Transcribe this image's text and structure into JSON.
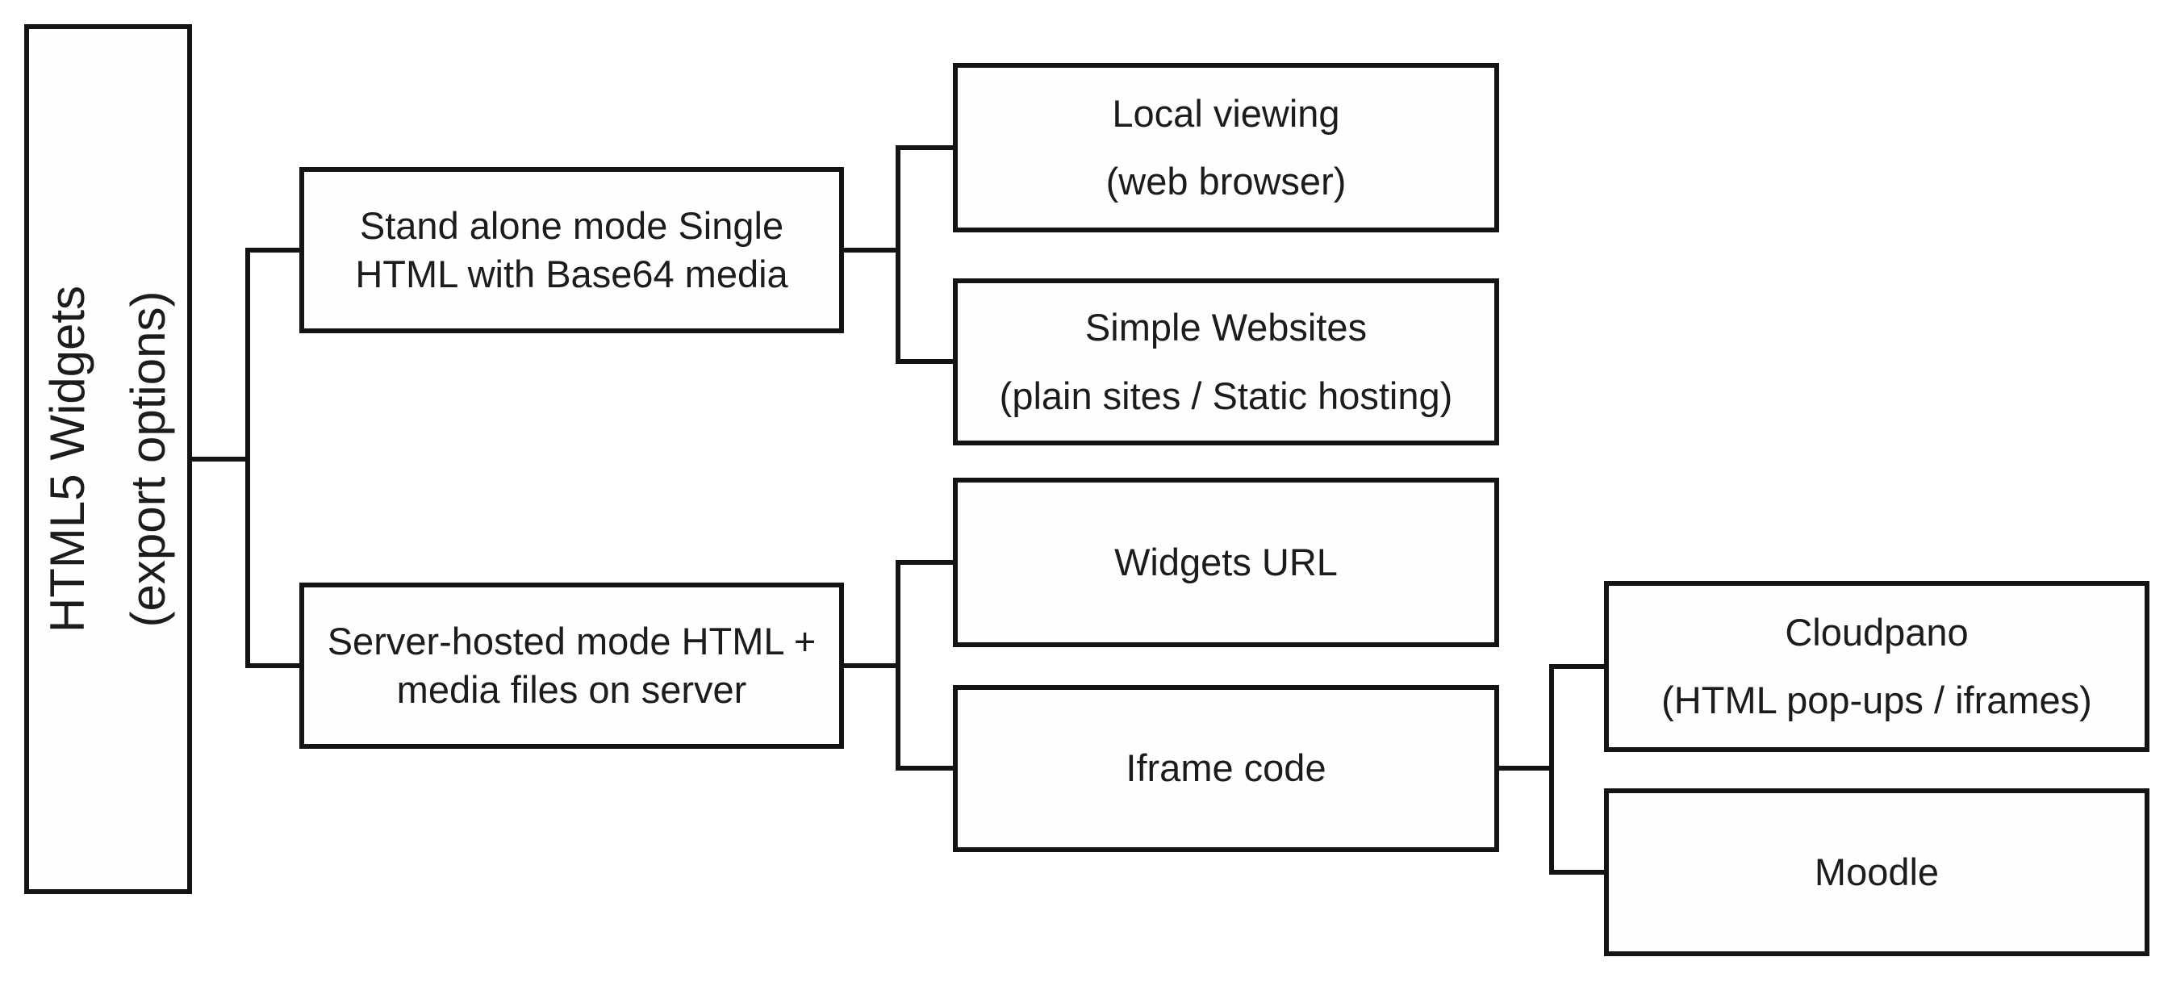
{
  "diagram": {
    "type": "tree-flowchart",
    "colors": {
      "background": "#ffffff",
      "line": "#141414",
      "box_fill": "#fefefe",
      "text": "#1c1c1c"
    },
    "root": {
      "line1": "HTML5 Widgets",
      "line2": "(export options)"
    },
    "nodes": {
      "standalone": {
        "line1": "Stand alone mode Single",
        "line2": "HTML with Base64 media"
      },
      "server": {
        "line1": "Server-hosted mode HTML +",
        "line2": "media files on server"
      },
      "local": {
        "line1": "Local viewing",
        "line2": "(web browser)"
      },
      "simple": {
        "line1": "Simple Websites",
        "line2": "(plain sites / Static hosting)"
      },
      "widgetsurl": {
        "line1": "Widgets URL"
      },
      "iframecode": {
        "line1": "Iframe code"
      },
      "cloudpano": {
        "line1": "Cloudpano",
        "line2": "(HTML pop-ups / iframes)"
      },
      "moodle": {
        "line1": "Moodle"
      }
    },
    "edges": [
      "HTML5 Widgets -> Stand alone mode",
      "HTML5 Widgets -> Server-hosted mode",
      "Stand alone mode -> Local viewing",
      "Stand alone mode -> Simple Websites",
      "Server-hosted mode -> Widgets URL",
      "Server-hosted mode -> Iframe code",
      "Iframe code -> Cloudpano",
      "Iframe code -> Moodle"
    ]
  }
}
